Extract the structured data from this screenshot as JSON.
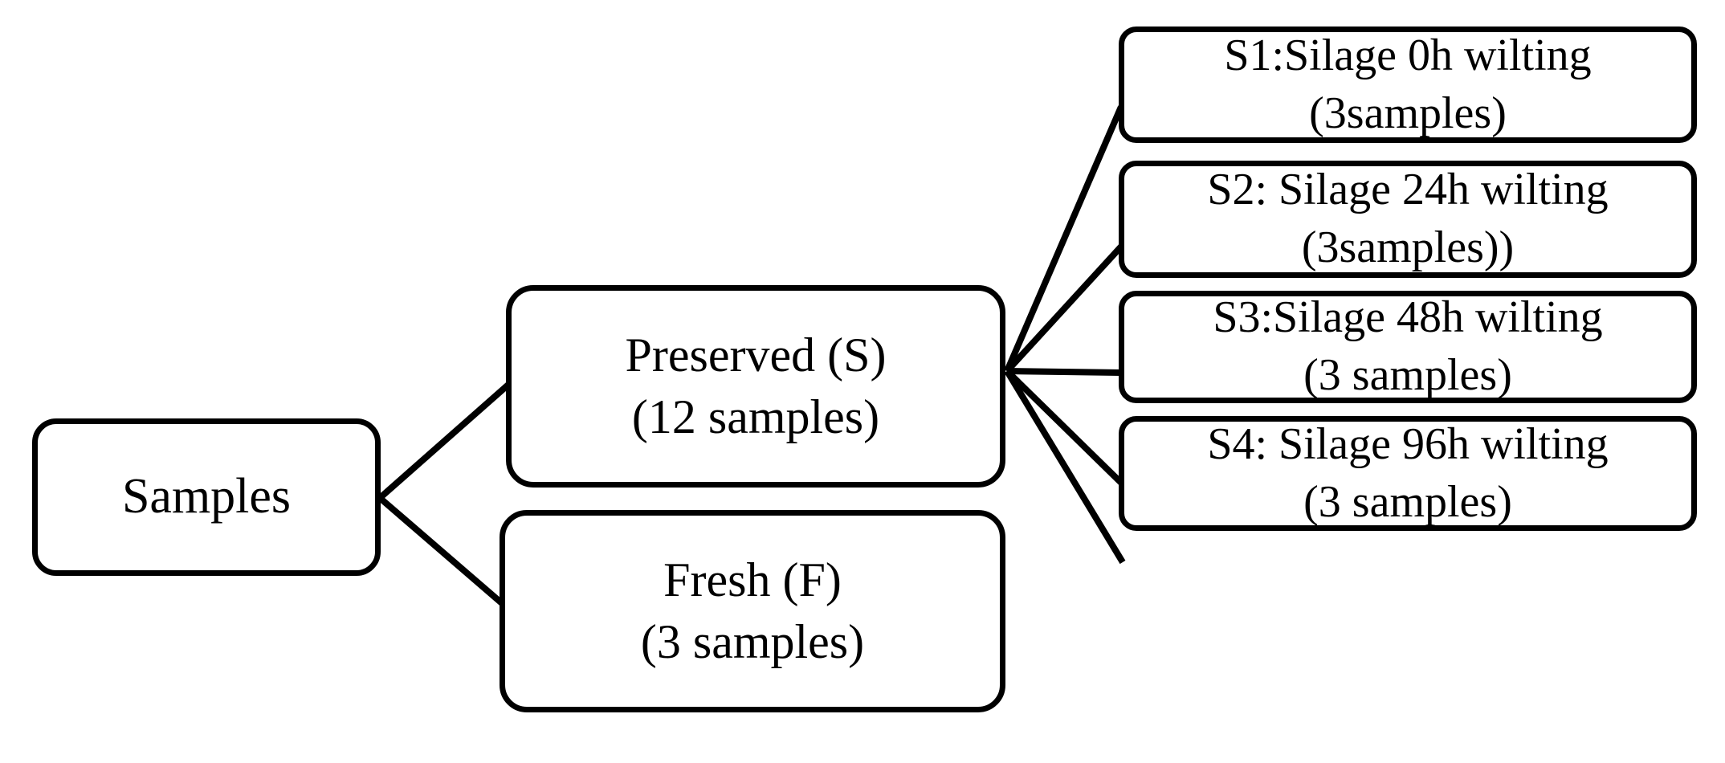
{
  "diagram": {
    "title": "Sample grouping flow diagram",
    "background_color": "#ffffff",
    "line_color": "#000000",
    "text_color": "#000000",
    "nodes": {
      "samples": {
        "label": "Samples",
        "lines": [
          "Samples"
        ]
      },
      "preserved": {
        "lines": [
          "Preserved (S)",
          "(12 samples)"
        ],
        "line1": "Preserved (S)",
        "line2": "(12 samples)"
      },
      "fresh": {
        "lines": [
          "Fresh (F)",
          "(3 samples)"
        ],
        "line1": "Fresh (F)",
        "line2": "(3 samples)"
      },
      "s1": {
        "line1": "S1:Silage 0h wilting",
        "line2": "(3samples)"
      },
      "s2": {
        "line1": "S2: Silage 24h wilting",
        "line2": "(3samples))"
      },
      "s3": {
        "line1": "S3:Silage 48h wilting",
        "line2": "(3 samples)"
      },
      "s4": {
        "line1": "S4: Silage 96h wilting",
        "line2": "(3 samples)"
      }
    },
    "edges": [
      {
        "name": "samples-to-preserved",
        "from": "samples",
        "to": "preserved"
      },
      {
        "name": "samples-to-fresh",
        "from": "samples",
        "to": "fresh"
      },
      {
        "name": "preserved-to-s1",
        "from": "preserved",
        "to": "s1"
      },
      {
        "name": "preserved-to-s2",
        "from": "preserved",
        "to": "s2"
      },
      {
        "name": "preserved-to-s3",
        "from": "preserved",
        "to": "s3"
      },
      {
        "name": "preserved-to-s4",
        "from": "preserved",
        "to": "s4"
      }
    ]
  }
}
